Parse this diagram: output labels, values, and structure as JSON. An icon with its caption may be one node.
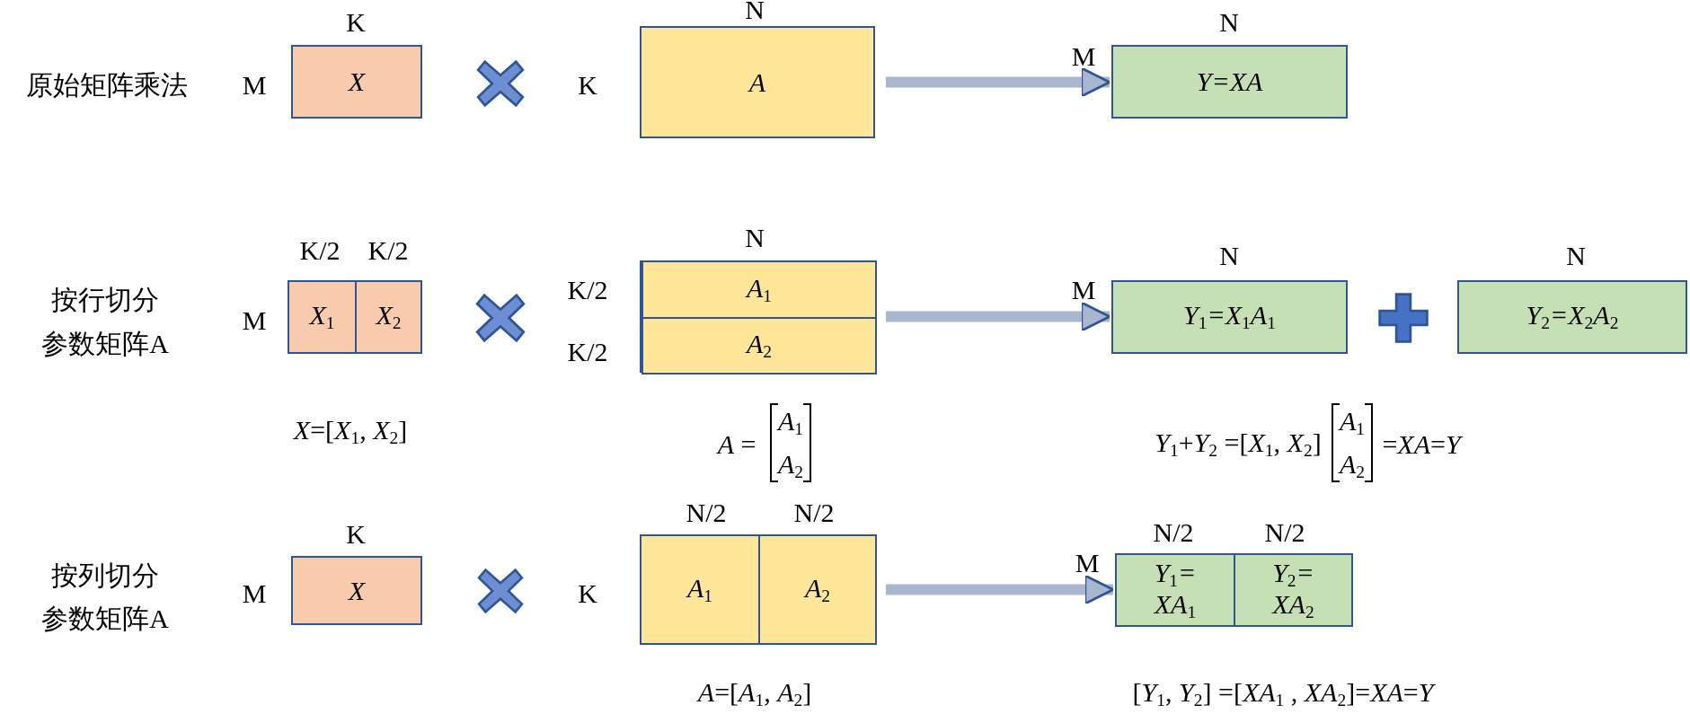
{
  "diagram": {
    "nodes": [
      {
        "text": [
          "X"
        ]
      },
      {
        "text": [
          "A"
        ]
      },
      {
        "text": [
          "Y=XA"
        ]
      },
      {
        "text": [
          "X$_{1}$"
        ]
      },
      {
        "text": [
          "X$_{2}$"
        ]
      },
      {
        "text": [],
        "shape": "box"
      },
      {
        "text": [
          "A$_{1}$"
        ],
        "in": 5
      },
      {
        "text": [
          "A$_{2}$"
        ],
        "in": 5
      },
      {
        "text": [
          "Y$_{1}$=X$_{1}$A$_{1}$"
        ]
      },
      {
        "text": [
          "Y$_{2}$=X$_{2}$A$_{2}$"
        ]
      },
      {
        "text": [
          "X"
        ]
      },
      {
        "text": [],
        "shape": "box"
      },
      {
        "text": [
          "A$_{1}$"
        ],
        "in": 11
      },
      {
        "text": [
          "A$_{2}$"
        ],
        "in": 11
      },
      {
        "text": [],
        "shape": "box"
      },
      {
        "text": [
          "Y$_{1}$= XA$_{1}$"
        ],
        "in": 14
      },
      {
        "text": [
          "Y$_{2}$= XA$_{2}$"
        ],
        "in": 14
      }
    ],
    "edges": [
      {
        "from": 1,
        "to": 2,
        "arrow": "to"
      },
      {
        "from": 5,
        "to": 8,
        "arrow": "to"
      },
      {
        "from": 11,
        "to": 14,
        "arrow": "to"
      }
    ],
    "labels": [
      "K",
      "N",
      "N",
      "原始矩阵乘法",
      "M",
      "K",
      "M",
      "K/2",
      "K/2",
      "N",
      "N",
      "N",
      "按行切分",
      "K/2",
      "M",
      "M",
      "参数矩阵A",
      "K/2",
      "*X*=[*X*$_{1}$, *X*$_{2}$]",
      "*A* =",
      "*A*$_{1}$",
      "*Y*$_{1}$+*Y*$_{2}$ =[*X*$_{1}$, *X*$_{2}$]",
      "*A*$_{1}$",
      "=*XA*=*Y*",
      "*A*$_{2}$",
      "*A*$_{2}$",
      "K",
      "N/2",
      "N/2",
      "N/2",
      "N/2",
      "按列切分",
      "M",
      "K",
      "M",
      "参数矩阵A",
      "*A*=[*A*$_{1}$, *A*$_{2}$]",
      "[*Y*$_{1}$, *Y*$_{2}$] =[*XA*$_{1}$ , *XA*$_{2}$]=*XA*=*Y*"
    ]
  }
}
